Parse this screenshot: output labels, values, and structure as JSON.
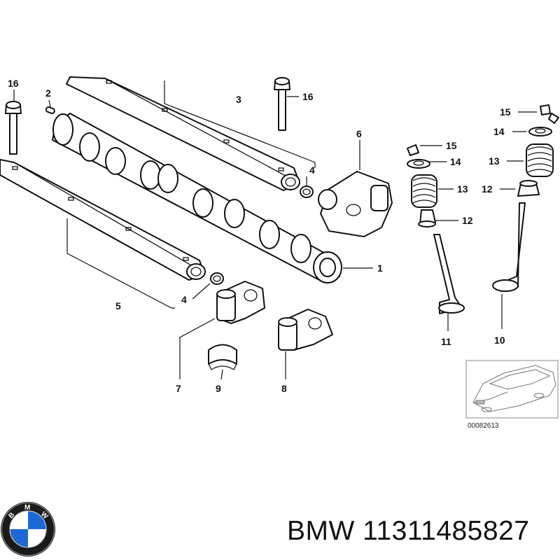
{
  "callouts": [
    {
      "id": "c16a",
      "text": "16"
    },
    {
      "id": "c2",
      "text": "2"
    },
    {
      "id": "c3",
      "text": "3"
    },
    {
      "id": "c16b",
      "text": "16"
    },
    {
      "id": "c4a",
      "text": "4"
    },
    {
      "id": "c6",
      "text": "6"
    },
    {
      "id": "c15a",
      "text": "15"
    },
    {
      "id": "c14a",
      "text": "14"
    },
    {
      "id": "c13a",
      "text": "13"
    },
    {
      "id": "c12a",
      "text": "12"
    },
    {
      "id": "c15b",
      "text": "15"
    },
    {
      "id": "c14b",
      "text": "14"
    },
    {
      "id": "c13b",
      "text": "13"
    },
    {
      "id": "c12b",
      "text": "12"
    },
    {
      "id": "c1",
      "text": "1"
    },
    {
      "id": "c5",
      "text": "5"
    },
    {
      "id": "c4b",
      "text": "4"
    },
    {
      "id": "c7",
      "text": "7"
    },
    {
      "id": "c9",
      "text": "9"
    },
    {
      "id": "c8",
      "text": "8"
    },
    {
      "id": "c11",
      "text": "11"
    },
    {
      "id": "c10",
      "text": "10"
    }
  ],
  "inset": {
    "reference": "00082613"
  },
  "brand": {
    "logo_letters": "BMW",
    "caption": "BMW 11311485827"
  },
  "colors": {
    "ink": "#111111",
    "logo_blue": "#1c69d4",
    "logo_ring": "#1a1a1a"
  }
}
